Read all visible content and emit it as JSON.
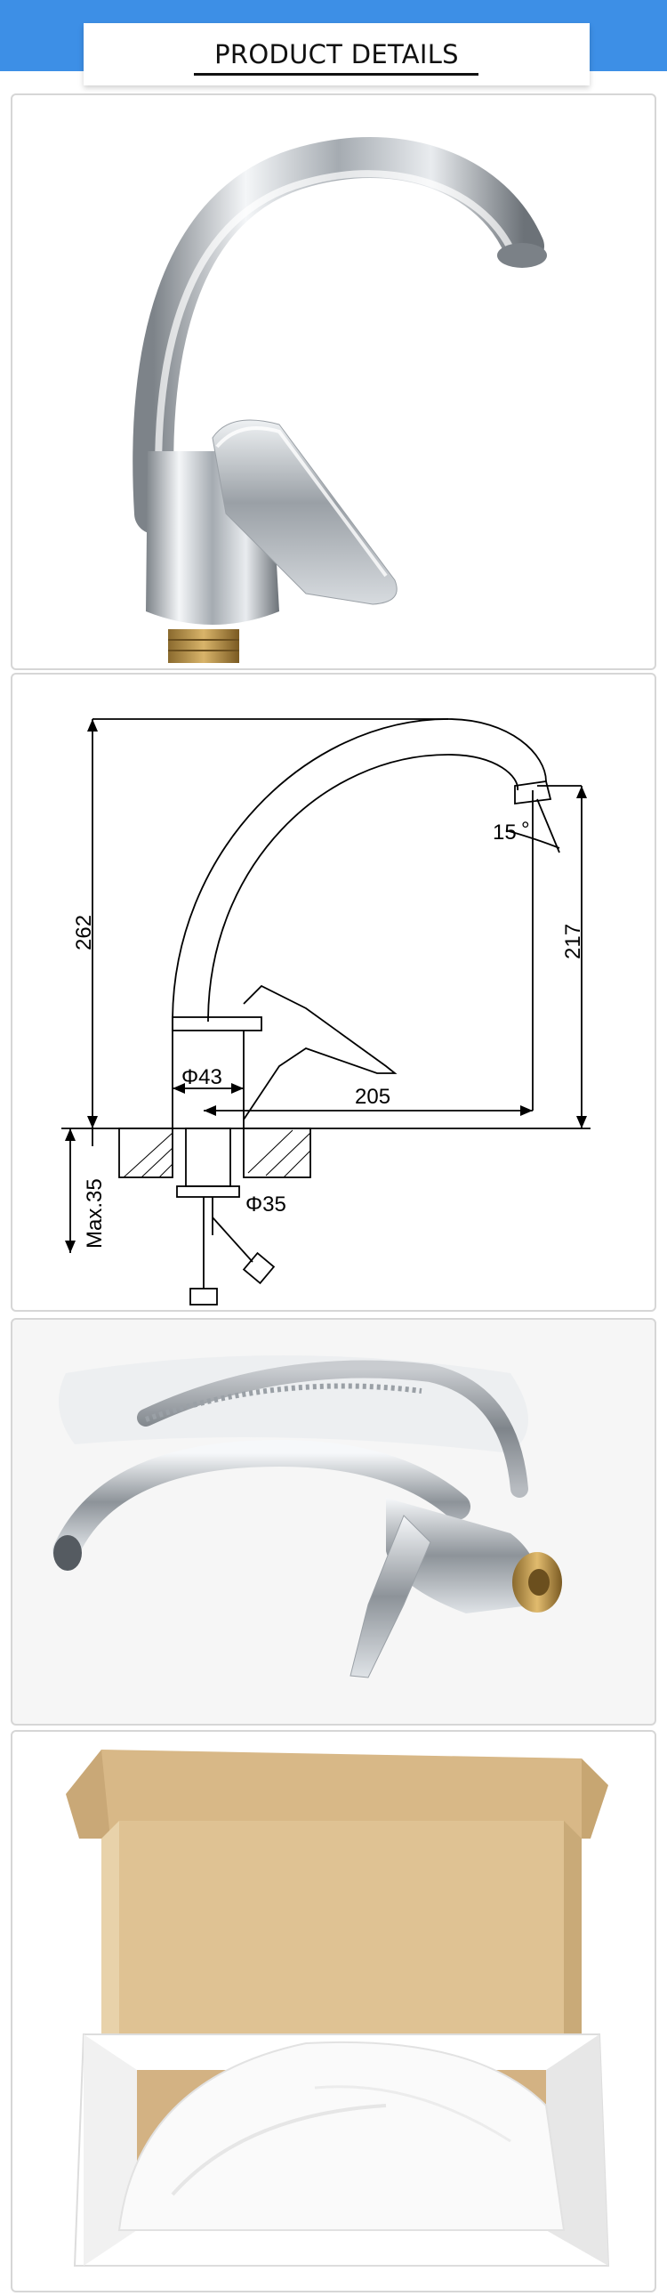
{
  "header": {
    "title": "PRODUCT DETAILS",
    "bar_color": "#3d8fe6"
  },
  "drawing": {
    "height_total": "262",
    "height_spout": "217",
    "spout_angle": "15",
    "angle_unit": "°",
    "reach": "205",
    "base_diameter": "Φ43",
    "shank_diameter": "Φ35",
    "max_deck": "Max.35"
  },
  "icons": {
    "faucet_photo": "faucet-icon",
    "package_photo": "package-icon",
    "box_photo": "box-icon"
  }
}
